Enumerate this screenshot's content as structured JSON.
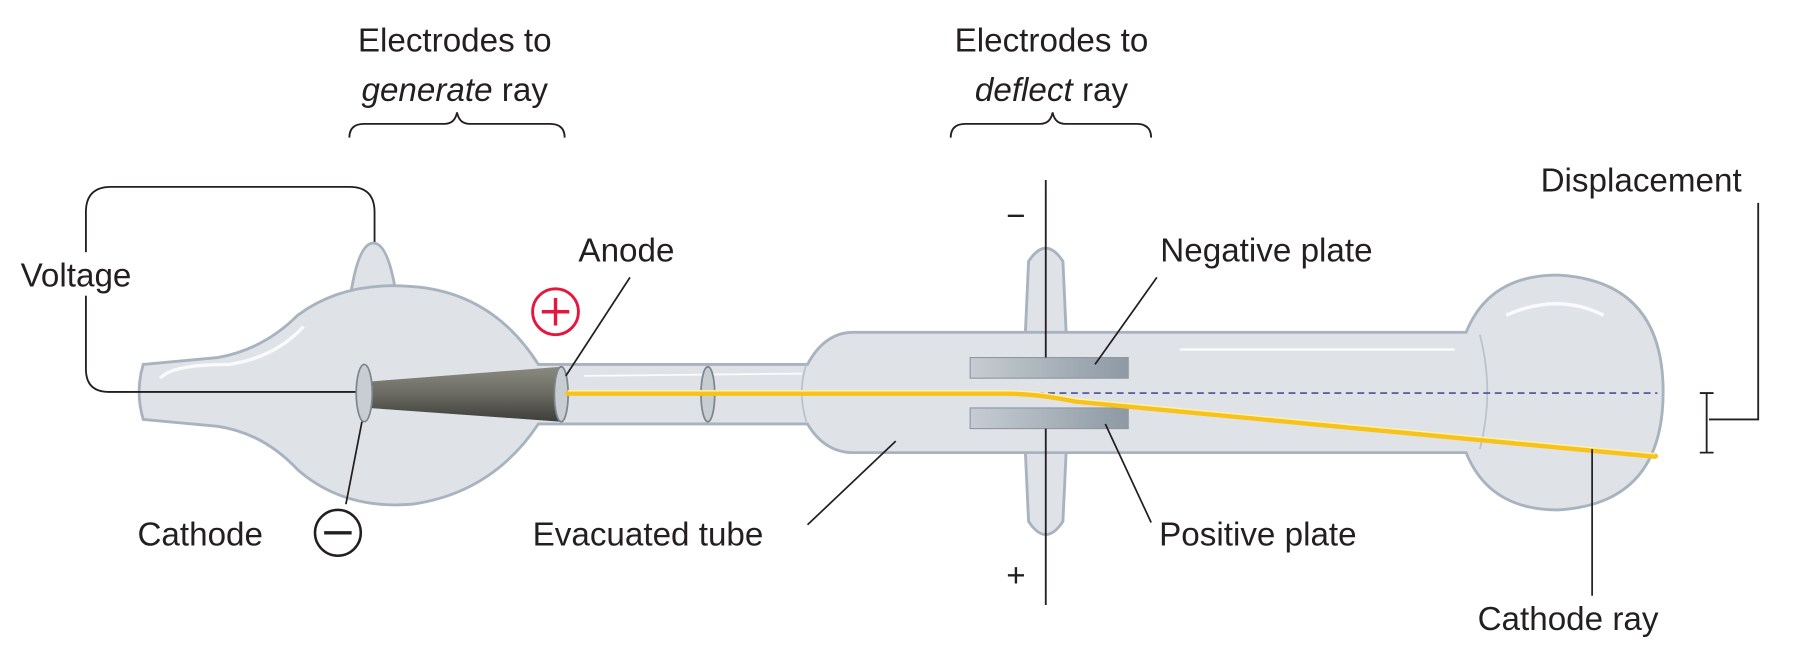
{
  "labels": {
    "generate_line1": "Electrodes to",
    "generate_em": "generate",
    "generate_rest": " ray",
    "deflect_line1": "Electrodes to",
    "deflect_em": "deflect",
    "deflect_rest": " ray",
    "displacement": "Displacement",
    "voltage": "Voltage",
    "anode": "Anode",
    "negative_plate": "Negative plate",
    "positive_plate": "Positive plate",
    "cathode": "Cathode",
    "evacuated_tube": "Evacuated tube",
    "cathode_ray": "Cathode ray",
    "minus_sign": "−",
    "plus_sign": "+"
  },
  "colors": {
    "ray": "#f7c31a",
    "positive_symbol": "#e5173f",
    "negative_symbol": "#231f20",
    "dashed_reference": "#4b4f9a",
    "glass": "#dfe3e8"
  }
}
